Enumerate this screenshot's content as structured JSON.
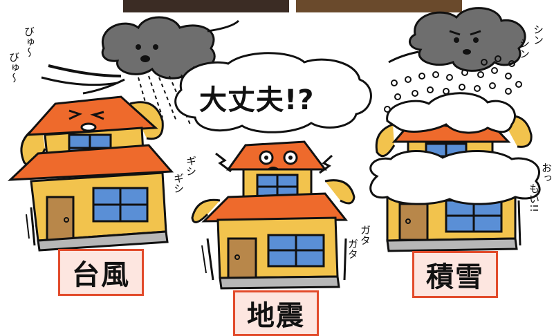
{
  "bubble": {
    "text": "大丈夫!?"
  },
  "labels": {
    "typhoon": "台風",
    "earthquake": "地震",
    "snow": "積雪"
  },
  "sfx": {
    "wind_1": "びゅ〜",
    "wind_2": "びゅ〜",
    "creak_1": "ギシ",
    "creak_2": "ギシ",
    "rattle_1": "ガタ",
    "rattle_2": "ガタ",
    "snow_1": "シン",
    "snow_2": "シン",
    "heavy_1": "おっ",
    "heavy_2": "もい!!"
  },
  "colors": {
    "roof": "#ee6a2c",
    "wall": "#f2c34d",
    "window": "#5a8fd6",
    "door": "#b8874a",
    "cloud": "#6e6e6e",
    "label_border": "#e24b2b",
    "label_fill": "#fde6e0",
    "snow": "#ffffff"
  }
}
